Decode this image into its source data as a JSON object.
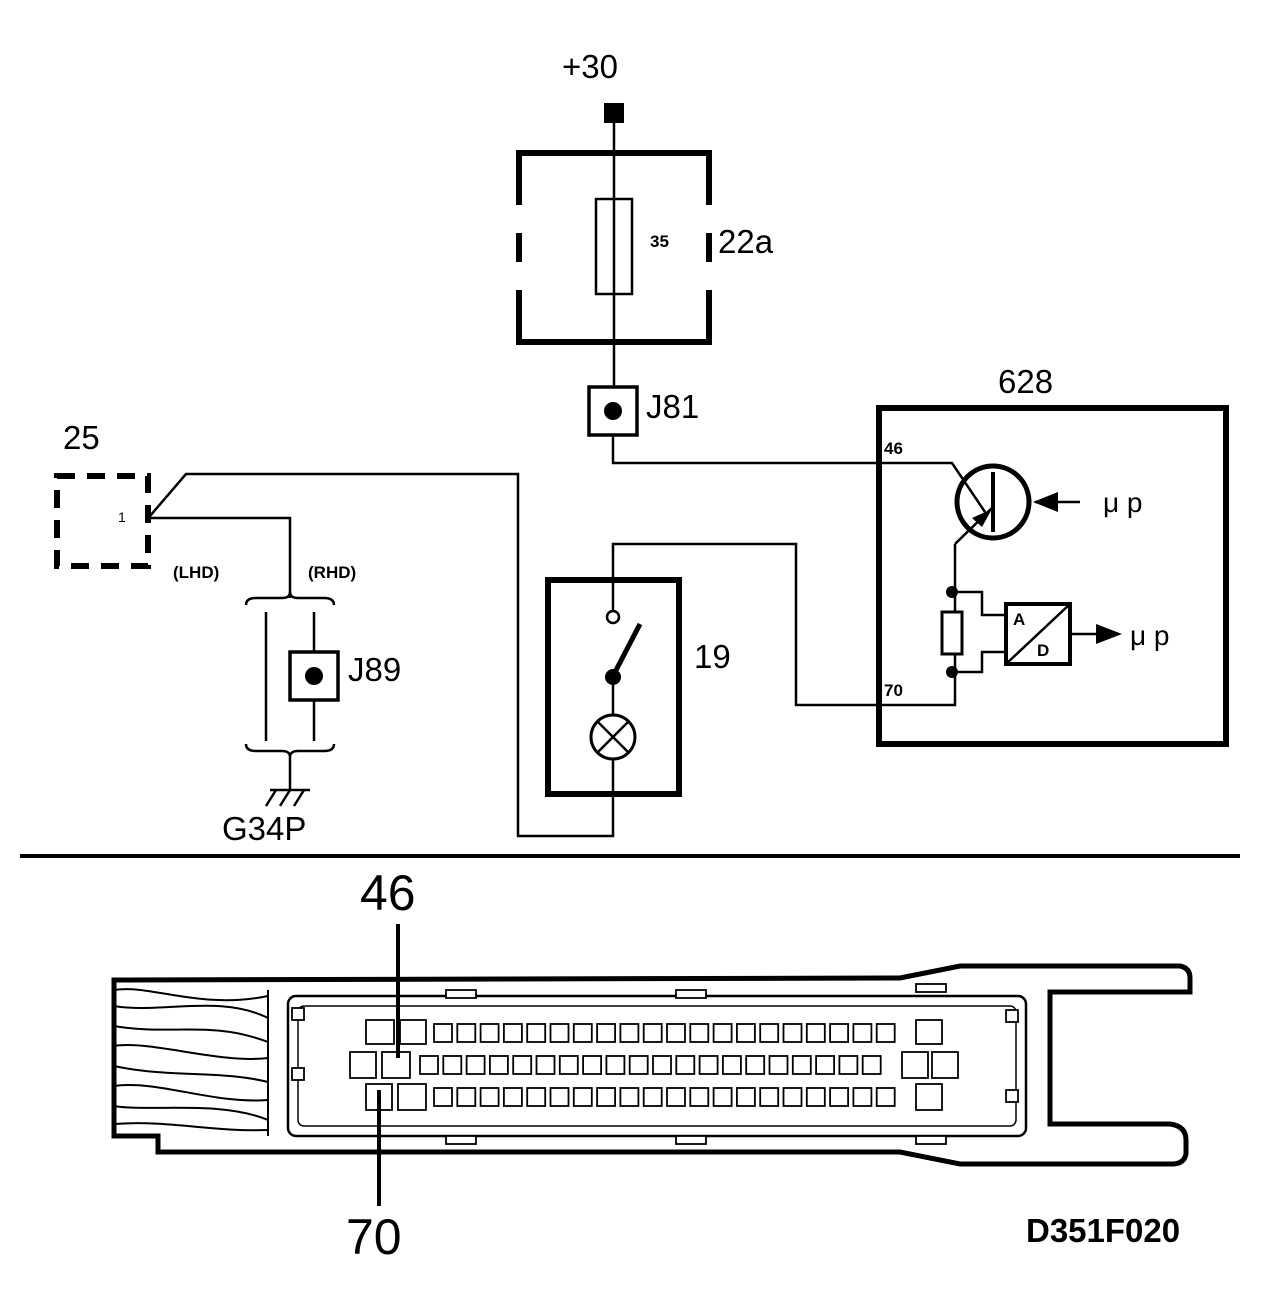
{
  "labels": {
    "supply": "+30",
    "fuse_box": "22a",
    "fuse_rating": "35",
    "junction_j81": "J81",
    "component_25": "25",
    "component_25_pin": "1",
    "variant_lhd": "(LHD)",
    "variant_rhd": "(RHD)",
    "junction_j89": "J89",
    "ground": "G34P",
    "component_19": "19",
    "ecu": "628",
    "ecu_pin_46": "46",
    "ecu_pin_70": "70",
    "uc_out": "μ p",
    "uc_in": "μ p",
    "adc_a": "A",
    "adc_d": "D",
    "connector_pin_46": "46",
    "connector_pin_70": "70",
    "drawing_id": "D351F020"
  },
  "connector": {
    "row_top_count": 20,
    "row_mid_count": 20,
    "row_bot_count": 20,
    "highlight_pins": [
      "46",
      "70"
    ]
  }
}
